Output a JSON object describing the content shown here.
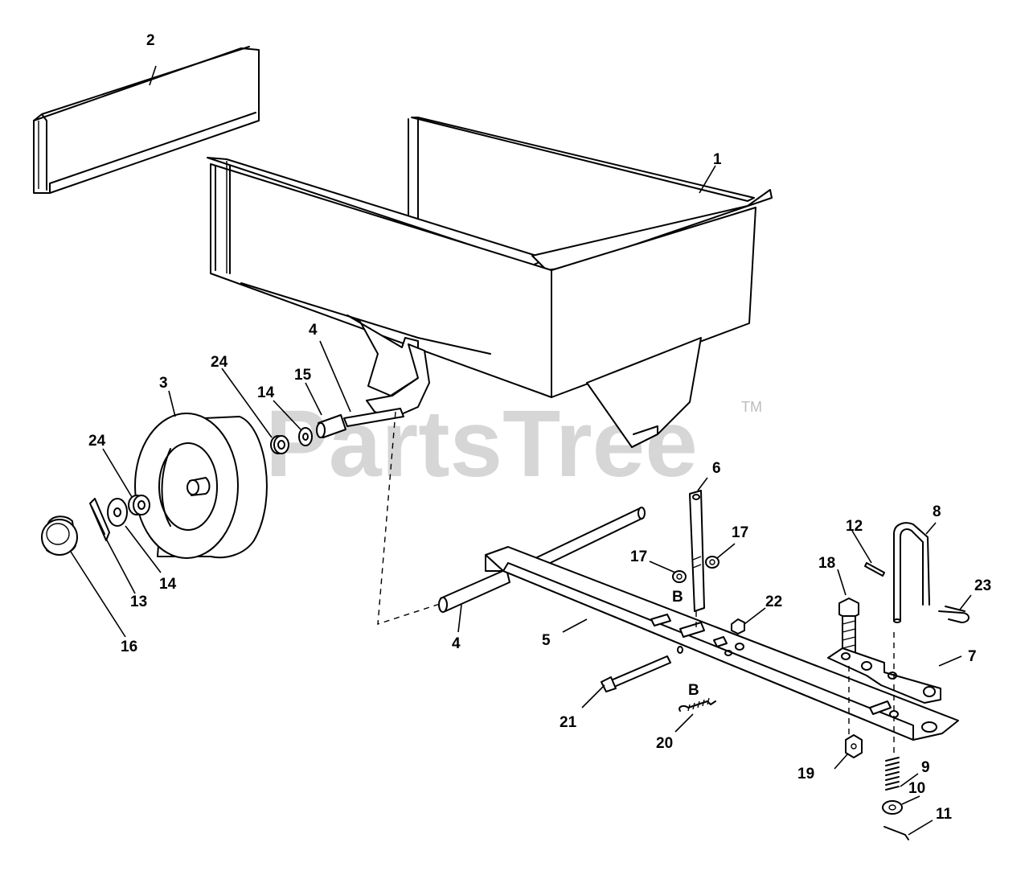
{
  "watermark": {
    "brand": "PartsTree",
    "trademark": "TM"
  },
  "callouts": [
    {
      "id": "c-1",
      "text": "1"
    },
    {
      "id": "c-2",
      "text": "2"
    },
    {
      "id": "c-3",
      "text": "3"
    },
    {
      "id": "c-4a",
      "text": "4"
    },
    {
      "id": "c-4b",
      "text": "4"
    },
    {
      "id": "c-5",
      "text": "5"
    },
    {
      "id": "c-6",
      "text": "6"
    },
    {
      "id": "c-7",
      "text": "7"
    },
    {
      "id": "c-8",
      "text": "8"
    },
    {
      "id": "c-9",
      "text": "9"
    },
    {
      "id": "c-10",
      "text": "10"
    },
    {
      "id": "c-11",
      "text": "11"
    },
    {
      "id": "c-12",
      "text": "12"
    },
    {
      "id": "c-13",
      "text": "13"
    },
    {
      "id": "c-14a",
      "text": "14"
    },
    {
      "id": "c-14b",
      "text": "14"
    },
    {
      "id": "c-15",
      "text": "15"
    },
    {
      "id": "c-16",
      "text": "16"
    },
    {
      "id": "c-17a",
      "text": "17"
    },
    {
      "id": "c-17b",
      "text": "17"
    },
    {
      "id": "c-18",
      "text": "18"
    },
    {
      "id": "c-19",
      "text": "19"
    },
    {
      "id": "c-20",
      "text": "20"
    },
    {
      "id": "c-21",
      "text": "21"
    },
    {
      "id": "c-22",
      "text": "22"
    },
    {
      "id": "c-23",
      "text": "23"
    },
    {
      "id": "c-24a",
      "text": "24"
    },
    {
      "id": "c-24b",
      "text": "24"
    },
    {
      "id": "c-Ba",
      "text": "B"
    },
    {
      "id": "c-Bb",
      "text": "B"
    }
  ]
}
